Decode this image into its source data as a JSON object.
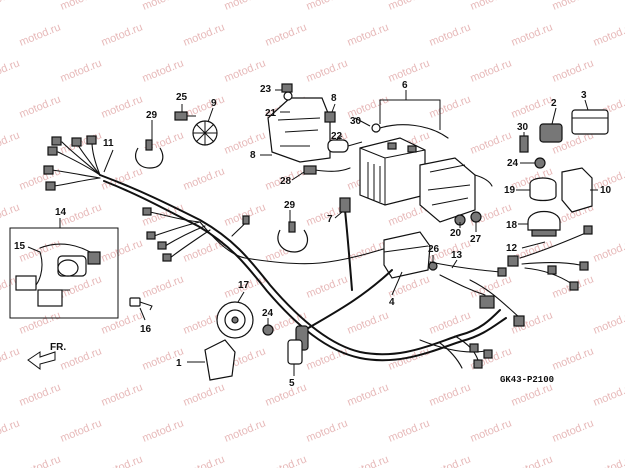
{
  "watermark": "motod.ru",
  "diagram_code": "GK43-P2100",
  "direction_label": "FR.",
  "callouts": {
    "c1": "1",
    "c2": "2",
    "c3": "3",
    "c4": "4",
    "c5": "5",
    "c6": "6",
    "c7": "7",
    "c8": "8",
    "c8b": "8",
    "c9": "9",
    "c10": "10",
    "c11": "11",
    "c12": "12",
    "c13": "13",
    "c14": "14",
    "c15": "15",
    "c16": "16",
    "c17": "17",
    "c18": "18",
    "c19": "19",
    "c20": "20",
    "c21": "21",
    "c22": "22",
    "c23": "23",
    "c24": "24",
    "c24b": "24",
    "c25": "25",
    "c26": "26",
    "c27": "27",
    "c28": "28",
    "c29": "29",
    "c29b": "29",
    "c30": "30",
    "c30b": "30"
  }
}
